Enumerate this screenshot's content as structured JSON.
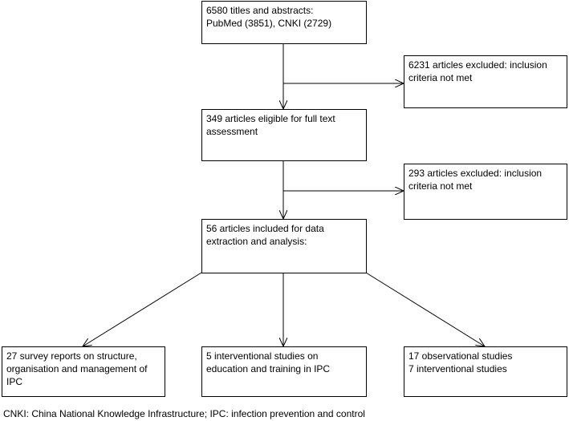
{
  "boxes": {
    "identified": {
      "lines": [
        "6580 titles and abstracts:",
        "PubMed (3851), CNKI (2729)"
      ]
    },
    "excluded_first": {
      "lines": [
        "6231 articles excluded: inclusion",
        "criteria not met"
      ]
    },
    "eligible": {
      "lines": [
        "349 articles eligible for full text",
        "assessment"
      ]
    },
    "excluded_second": {
      "lines": [
        "293 articles excluded: inclusion",
        "criteria not met"
      ]
    },
    "included": {
      "lines": [
        "56 articles included for data",
        "extraction and analysis:"
      ]
    },
    "survey_reports": {
      "lines": [
        "27 survey reports on structure,",
        "organisation and management of",
        "IPC"
      ]
    },
    "interventional_education": {
      "lines": [
        "5 interventional studies on",
        "education and training in IPC"
      ]
    },
    "observational_interventional": {
      "lines": [
        "17 observational studies",
        "7 interventional studies"
      ]
    }
  },
  "footnote": "CNKI: China National Knowledge Infrastructure; IPC: infection prevention and control"
}
